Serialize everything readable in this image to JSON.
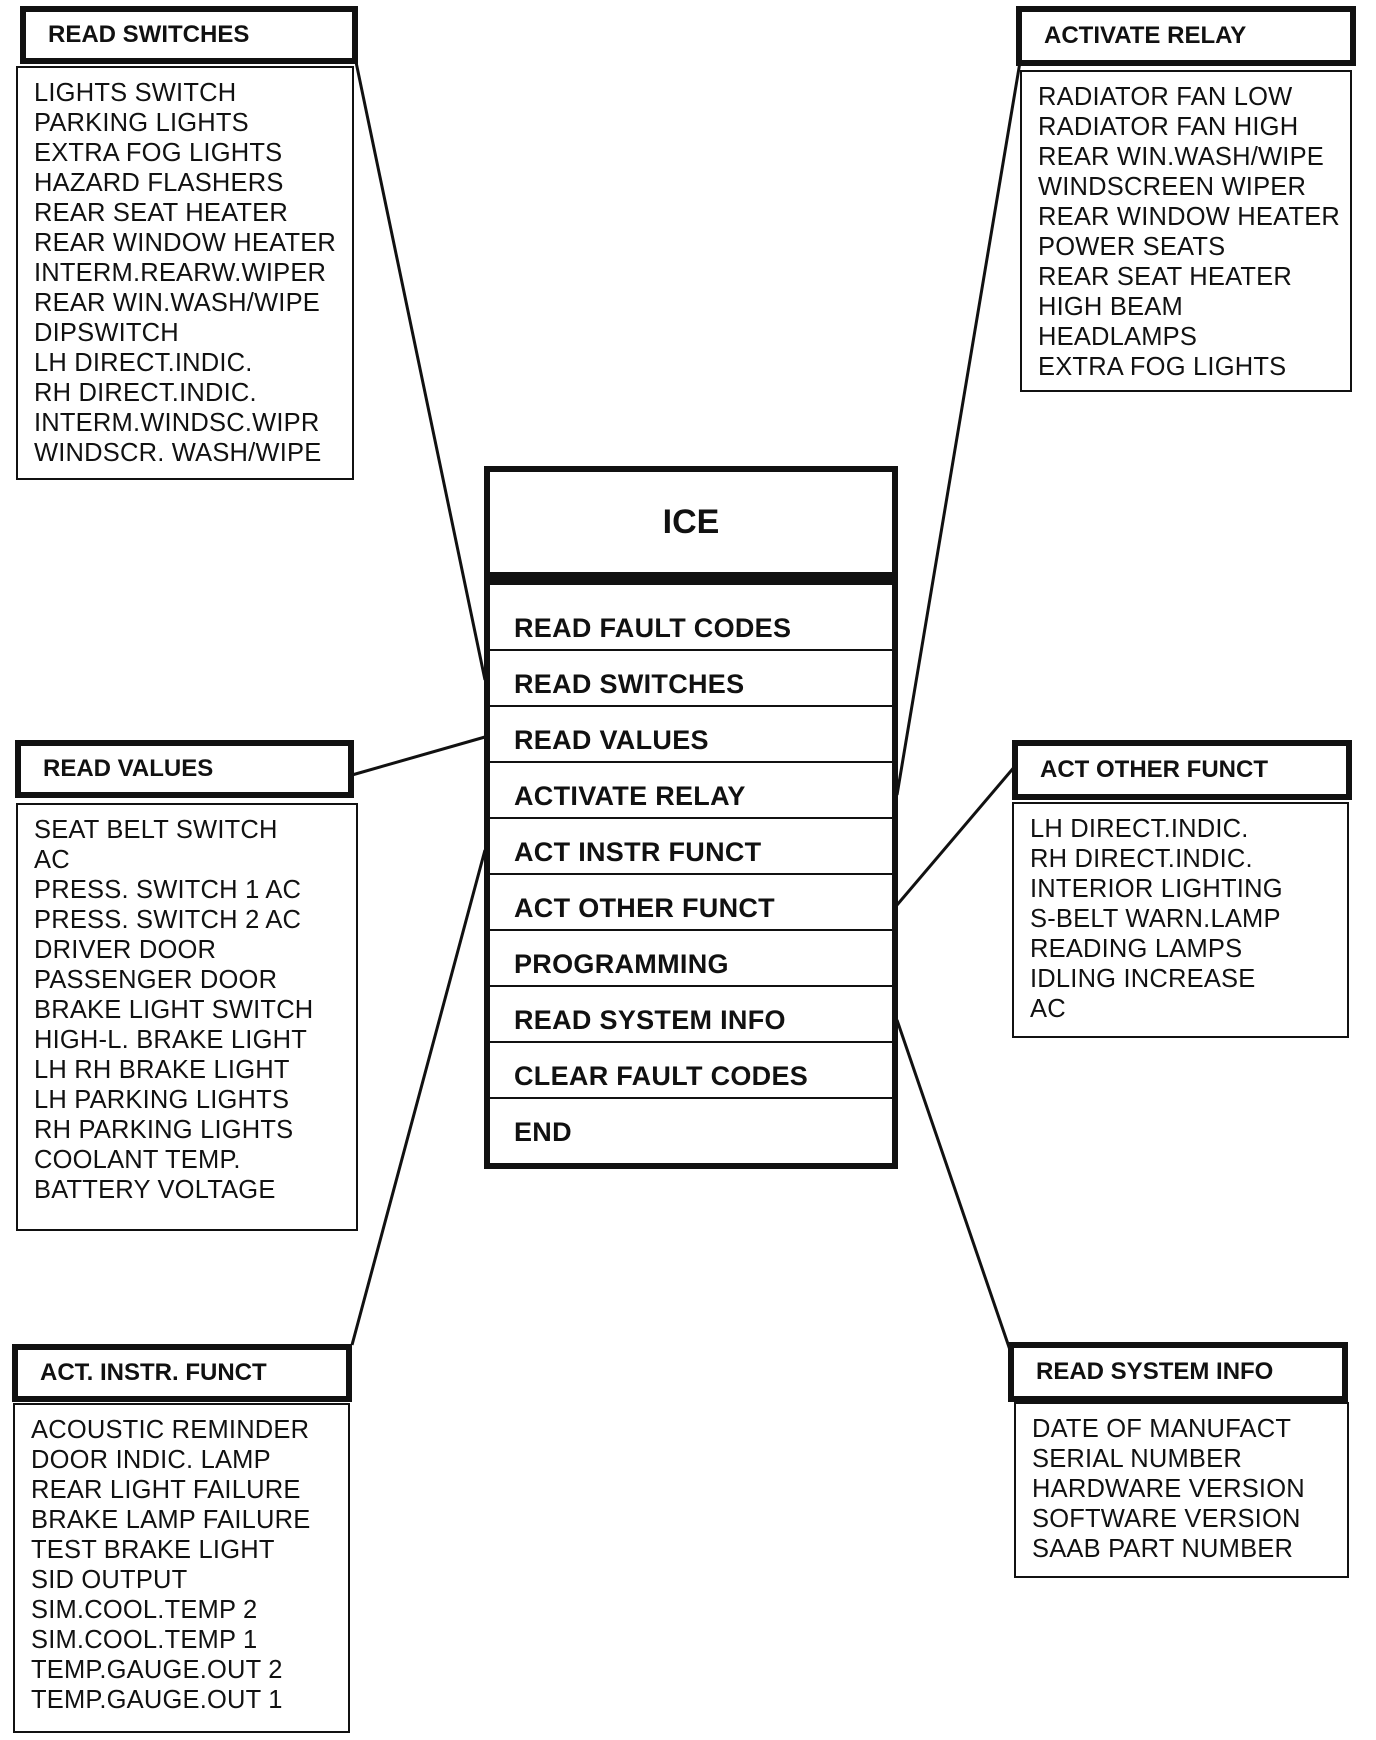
{
  "center": {
    "title": "ICE",
    "menu": [
      "READ FAULT CODES",
      "READ SWITCHES",
      "READ VALUES",
      "ACTIVATE RELAY",
      "ACT INSTR FUNCT",
      "ACT OTHER FUNCT",
      "PROGRAMMING",
      "READ SYSTEM INFO",
      "CLEAR FAULT CODES",
      "END"
    ]
  },
  "read_switches": {
    "title": "READ SWITCHES",
    "items": [
      "LIGHTS SWITCH",
      "PARKING LIGHTS",
      "EXTRA FOG LIGHTS",
      "HAZARD FLASHERS",
      "REAR SEAT HEATER",
      "REAR WINDOW HEATER",
      "INTERM.REARW.WIPER",
      "REAR WIN.WASH/WIPE",
      "DIPSWITCH",
      "LH DIRECT.INDIC.",
      "RH DIRECT.INDIC.",
      "INTERM.WINDSC.WIPR",
      "WINDSCR. WASH/WIPE"
    ]
  },
  "read_values": {
    "title": "READ VALUES",
    "items": [
      "SEAT BELT SWITCH",
      "AC",
      "PRESS. SWITCH 1 AC",
      "PRESS. SWITCH 2 AC",
      "DRIVER DOOR",
      "PASSENGER DOOR",
      "BRAKE LIGHT SWITCH",
      "HIGH-L. BRAKE LIGHT",
      "LH RH BRAKE LIGHT",
      "LH PARKING LIGHTS",
      "RH PARKING LIGHTS",
      "COOLANT TEMP.",
      "BATTERY VOLTAGE"
    ]
  },
  "act_instr_funct": {
    "title": "ACT. INSTR. FUNCT",
    "items": [
      "ACOUSTIC REMINDER",
      "DOOR INDIC. LAMP",
      "REAR LIGHT FAILURE",
      "BRAKE LAMP FAILURE",
      "TEST BRAKE LIGHT",
      "SID OUTPUT",
      "SIM.COOL.TEMP 2",
      "SIM.COOL.TEMP 1",
      "TEMP.GAUGE.OUT 2",
      "TEMP.GAUGE.OUT 1"
    ]
  },
  "activate_relay": {
    "title": "ACTIVATE RELAY",
    "items": [
      "RADIATOR FAN LOW",
      "RADIATOR FAN HIGH",
      "REAR WIN.WASH/WIPE",
      "WINDSCREEN WIPER",
      "REAR WINDOW HEATER",
      "POWER SEATS",
      "REAR SEAT HEATER",
      "HIGH BEAM",
      "HEADLAMPS",
      "EXTRA FOG LIGHTS"
    ]
  },
  "act_other_funct": {
    "title": "ACT OTHER FUNCT",
    "items": [
      "LH DIRECT.INDIC.",
      "RH DIRECT.INDIC.",
      "INTERIOR LIGHTING",
      "S-BELT WARN.LAMP",
      "READING LAMPS",
      "IDLING INCREASE",
      "AC"
    ]
  },
  "read_system_info": {
    "title": "READ SYSTEM INFO",
    "items": [
      "DATE OF MANUFACT",
      "SERIAL NUMBER",
      "HARDWARE VERSION",
      "SOFTWARE VERSION",
      "SAAB PART NUMBER"
    ]
  }
}
